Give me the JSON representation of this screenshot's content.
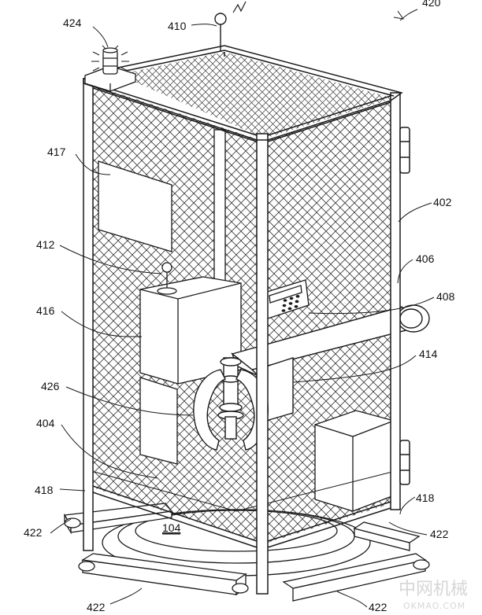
{
  "figure": {
    "labels": {
      "r420": "420",
      "r424": "424",
      "r410": "410",
      "r417": "417",
      "r412": "412",
      "r416": "416",
      "r426": "426",
      "r404": "404",
      "r418_left": "418",
      "r422_left": "422",
      "r422_bottom_left": "422",
      "r104": "104",
      "r402": "402",
      "r406": "406",
      "r408": "408",
      "r414": "414",
      "r418_right": "418",
      "r422_right": "422",
      "r422_bottom_right": "422"
    },
    "keypad_keys": 9,
    "line_color": "#1a1a1a",
    "mesh_color": "#3a3a3a"
  },
  "watermark": {
    "logo_text": "中网机械",
    "site_text": "OKMAO.COM"
  }
}
